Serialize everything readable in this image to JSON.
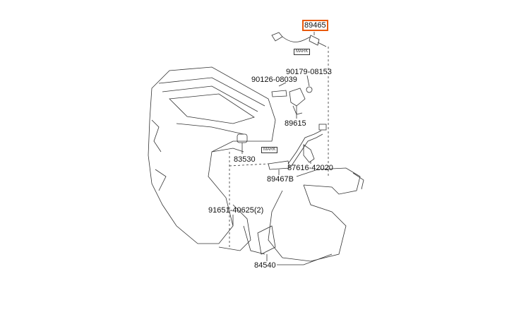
{
  "diagram": {
    "highlight_color": "#e8590c",
    "parts": [
      {
        "id": "89465",
        "label": "89465",
        "highlighted": true
      },
      {
        "id": "90179-08153",
        "label": "90179-08153"
      },
      {
        "id": "90126-08039",
        "label": "90126-08039"
      },
      {
        "id": "89615",
        "label": "89615"
      },
      {
        "id": "83530",
        "label": "83530"
      },
      {
        "id": "87616-42020",
        "label": "87616-42020"
      },
      {
        "id": "89467B",
        "label": "89467B"
      },
      {
        "id": "91651-40625",
        "label": "91651-40625(2)"
      },
      {
        "id": "84540",
        "label": "84540"
      }
    ],
    "marks": [
      "MARK",
      "MARK"
    ]
  }
}
